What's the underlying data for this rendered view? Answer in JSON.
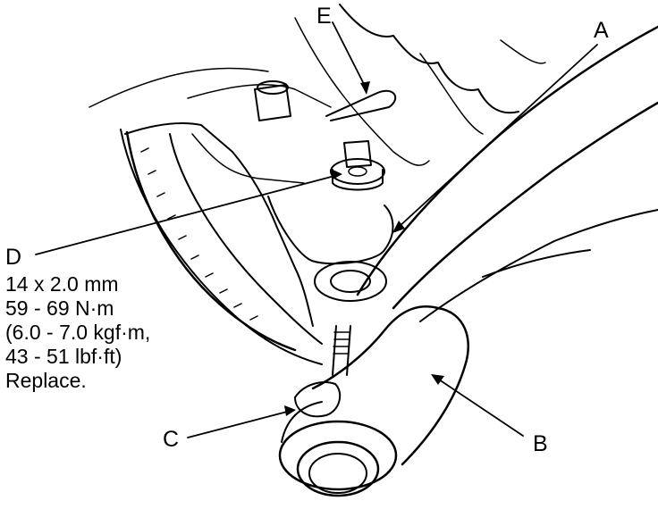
{
  "callouts": {
    "a": "A",
    "b": "B",
    "c": "C",
    "d": "D",
    "e": "E"
  },
  "spec": {
    "size": "14 x 2.0 mm",
    "torque_nm": "59 - 69 N·m",
    "torque_kgfm": "(6.0 - 7.0 kgf·m,",
    "torque_lbfft": "43 - 51 lbf·ft)",
    "note": "Replace."
  }
}
